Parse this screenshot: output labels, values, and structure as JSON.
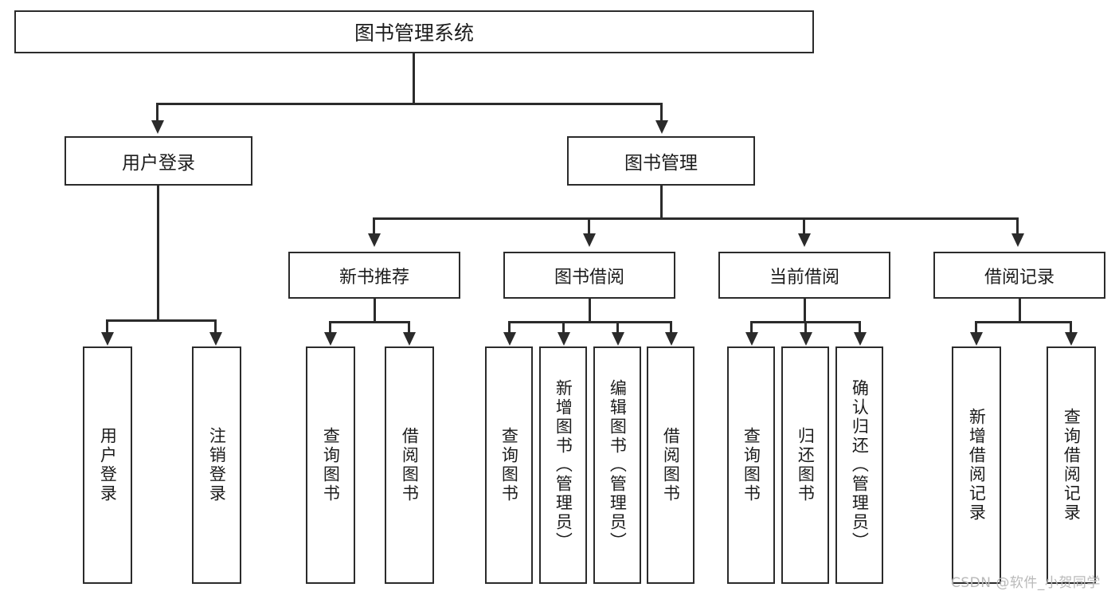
{
  "diagram": {
    "type": "tree-hierarchy-chart",
    "root": {
      "label": "图书管理系统"
    },
    "level1": [
      {
        "label": "用户登录"
      },
      {
        "label": "图书管理"
      }
    ],
    "level2": [
      {
        "label": "新书推荐"
      },
      {
        "label": "图书借阅"
      },
      {
        "label": "当前借阅"
      },
      {
        "label": "借阅记录"
      }
    ],
    "leaves": {
      "user_login": [
        {
          "label": "用户登录"
        },
        {
          "label": "注销登录"
        }
      ],
      "new_book_recommend": [
        {
          "label": "查询图书"
        },
        {
          "label": "借阅图书"
        }
      ],
      "book_borrow": [
        {
          "label": "查询图书"
        },
        {
          "label": "新增图书（管理员）"
        },
        {
          "label": "编辑图书（管理员）"
        },
        {
          "label": "借阅图书"
        }
      ],
      "current_borrow": [
        {
          "label": "查询图书"
        },
        {
          "label": "归还图书"
        },
        {
          "label": "确认归还（管理员）"
        }
      ],
      "borrow_record": [
        {
          "label": "新增借阅记录"
        },
        {
          "label": "查询借阅记录"
        }
      ]
    },
    "watermark": "CSDN @软件_小贺同学",
    "colors": {
      "stroke": "#2b2b2b",
      "background": "#ffffff",
      "text": "#1c1c1c",
      "watermark": "#b9b9b9"
    }
  }
}
